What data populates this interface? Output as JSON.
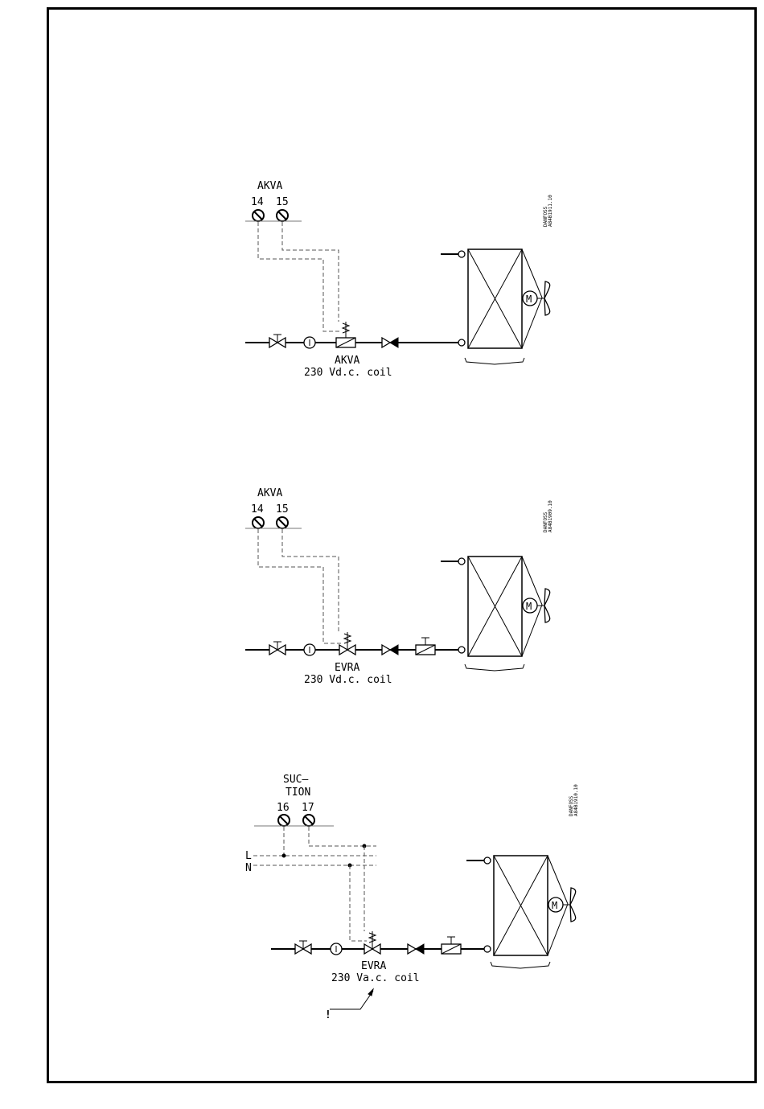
{
  "diagrams": [
    {
      "terminal_title": "AKVA",
      "terminals": [
        "14",
        "15"
      ],
      "valve_label": "AKVA",
      "coil_label": "230 Vd.c. coil",
      "drawing_code": "DANFOSS\nA84B1911.10"
    },
    {
      "terminal_title": "AKVA",
      "terminals": [
        "14",
        "15"
      ],
      "valve_label": "EVRA",
      "coil_label": "230 Vd.c. coil",
      "drawing_code": "DANFOSS\nA84B1909.10"
    },
    {
      "terminal_title": "SUC–\nTION",
      "terminals": [
        "16",
        "17"
      ],
      "valve_label": "EVRA",
      "coil_label": "230 Va.c. coil",
      "drawing_code": "DANFOSS\nA84B1910.10",
      "line_labels": [
        "L",
        "N"
      ],
      "warning_mark": "!"
    }
  ]
}
